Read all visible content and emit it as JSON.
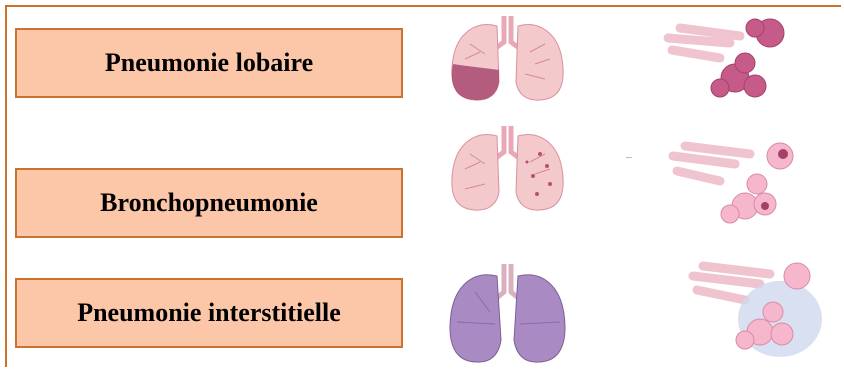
{
  "rows": [
    {
      "label": "Pneumonie lobaire"
    },
    {
      "label": "Bronchopneumonie"
    },
    {
      "label": "Pneumonie interstitielle"
    }
  ],
  "colors": {
    "box_fill": "#fbc7a8",
    "box_border": "#c9732f",
    "lung_tissue": "#f3c9cc",
    "lung_consolidated": "#a8496e",
    "interstitial_tissue": "#a98ac2",
    "airway": "#f0c4cf",
    "alveoli": "#f6b7cc"
  },
  "icons": [
    "lungs-illustration",
    "alveoli-illustration"
  ]
}
